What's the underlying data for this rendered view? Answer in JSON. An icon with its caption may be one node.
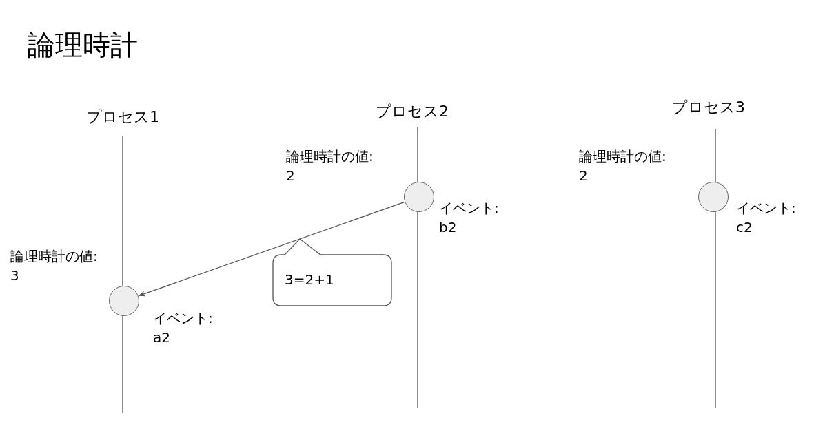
{
  "diagram": {
    "title": "論理時計",
    "nodes": [
      {
        "text": [
          "プロセス1"
        ]
      },
      {
        "text": [
          "プロセス2"
        ]
      },
      {
        "text": [
          "プロセス3"
        ]
      },
      {
        "text": [],
        "shape": "circle",
        "beside": [
          "論理時計の値: 3",
          "イベント: a2"
        ]
      },
      {
        "text": [],
        "shape": "circle",
        "beside": [
          "論理時計の値: 2",
          "イベント: b2"
        ]
      },
      {
        "text": [],
        "shape": "circle",
        "beside": [
          "論理時計の値: 2",
          "イベント: c2"
        ]
      },
      {
        "text": [
          "3=2+1"
        ]
      }
    ],
    "edges": [
      {
        "from": 4,
        "to": 3,
        "arrow": "to"
      }
    ]
  }
}
